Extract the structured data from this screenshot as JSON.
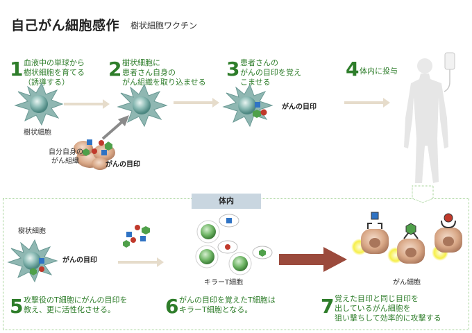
{
  "header": {
    "title": "自己がん細胞感作",
    "subtitle": "樹状細胞ワクチン"
  },
  "steps": [
    {
      "num": "1",
      "lines": [
        "血液中の単球から",
        "樹状細胞を育てる",
        "（誘導する）"
      ]
    },
    {
      "num": "2",
      "lines": [
        "樹状細胞に",
        "患者さん自身の",
        "がん組織を取り込ませる"
      ]
    },
    {
      "num": "3",
      "lines": [
        "患者さんの",
        "がんの目印を覚え",
        "こませる"
      ]
    },
    {
      "num": "4",
      "lines": [
        "体内に投与"
      ]
    },
    {
      "num": "5",
      "lines": [
        "攻撃役のT細胞にがんの目印を",
        "教え、更に活性化させる。"
      ]
    },
    {
      "num": "6",
      "lines": [
        "がんの目印を覚えたT細胞は",
        "キラーT細胞となる。"
      ]
    },
    {
      "num": "7",
      "lines": [
        "覚えた目印と同じ目印を",
        "出しているがん細胞を",
        "狙い撃ちして効率的に攻撃する"
      ]
    }
  ],
  "labels": {
    "dendritic_top": "樹状細胞",
    "own_cancer_1": "自分自身の",
    "own_cancer_2": "がん組織",
    "cancer_mark_a": "がんの目印",
    "cancer_mark_b": "がんの目印",
    "body_tab": "体内",
    "dendritic_bottom": "樹状細胞",
    "cancer_mark_c": "がんの目印",
    "killer_t": "キラーT細胞",
    "cancer_cell": "がん細胞"
  },
  "colors": {
    "step_number": "#2e7d2a",
    "cell_teal": "#6fa6a0",
    "arrow_light": "#e6dccb",
    "arrow_dark": "#9b4a3c",
    "marker_blue": "#2f73c4",
    "marker_red": "#c0392b",
    "marker_green": "#4fa04a",
    "tumor": "#e3a98a"
  }
}
